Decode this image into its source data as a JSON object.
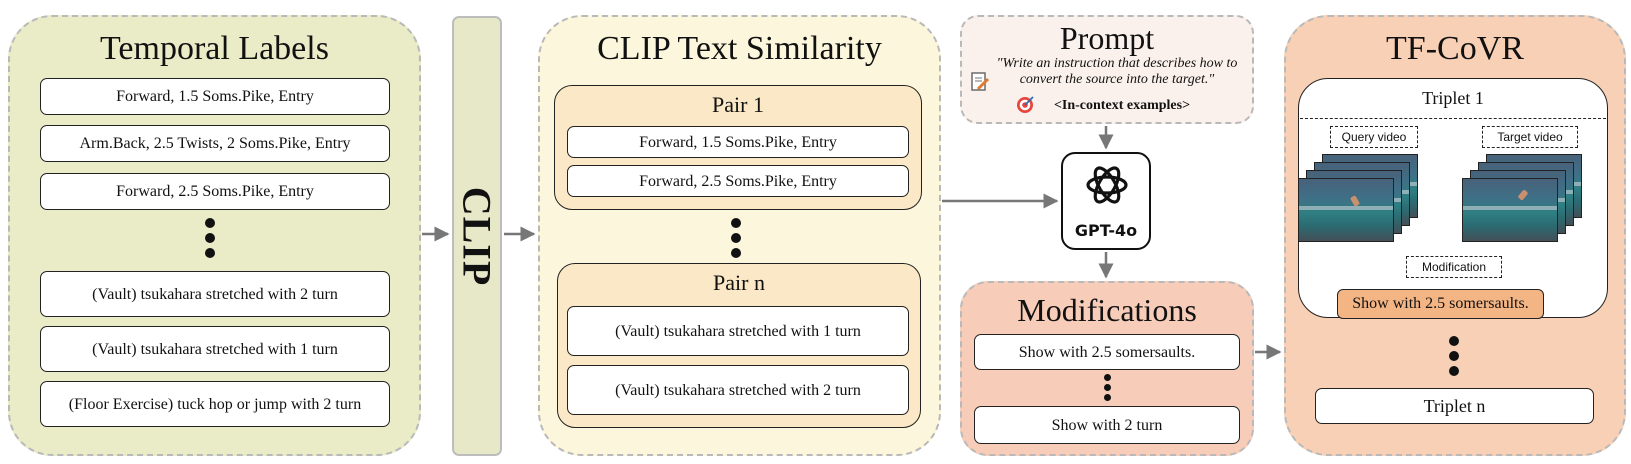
{
  "temporal_labels": {
    "title": "Temporal Labels",
    "items_top": [
      "Forward, 1.5 Soms.Pike, Entry",
      "Arm.Back, 2.5 Twists, 2 Soms.Pike, Entry",
      "Forward, 2.5 Soms.Pike, Entry"
    ],
    "items_bottom": [
      "(Vault) tsukahara stretched with 2 turn",
      "(Vault) tsukahara stretched with 1 turn",
      "(Floor Exercise) tuck hop or jump with 2 turn"
    ]
  },
  "clip": {
    "label": "CLIP"
  },
  "clip_similarity": {
    "title": "CLIP Text Similarity",
    "pairs": [
      {
        "title": "Pair 1",
        "items": [
          "Forward, 1.5 Soms.Pike, Entry",
          "Forward, 2.5 Soms.Pike, Entry"
        ]
      },
      {
        "title": "Pair n",
        "items": [
          "(Vault) tsukahara stretched with 1 turn",
          "(Vault) tsukahara stretched with 2 turn"
        ]
      }
    ]
  },
  "prompt": {
    "title": "Prompt",
    "quote": "\"Write an instruction that describes how to convert the source into the target.\"",
    "examples": "<In-context examples>",
    "icons": [
      "document-pen-icon",
      "target-icon"
    ]
  },
  "gpt": {
    "label": "GPT-4o",
    "icon": "openai-logo-icon"
  },
  "modifications": {
    "title": "Modifications",
    "items": [
      "Show with 2.5 somersaults.",
      "Show with 2 turn"
    ]
  },
  "tfcovr": {
    "title": "TF-CoVR",
    "triplet_1": "Triplet 1",
    "query_label": "Query video",
    "target_label": "Target video",
    "modification_label": "Modification",
    "modification_text": "Show with 2.5 somersaults.",
    "triplet_n": "Triplet n"
  },
  "colors": {
    "temporal_bg": "#e9ecc6",
    "similarity_bg": "#fcf7dc",
    "pair_bg": "#fbe8c6",
    "prompt_bg": "#fbf1ec",
    "modifications_bg": "#f7ccb8",
    "tfcovr_bg": "#f8d0b6",
    "highlight": "#f4b584",
    "arrow": "#777777"
  }
}
